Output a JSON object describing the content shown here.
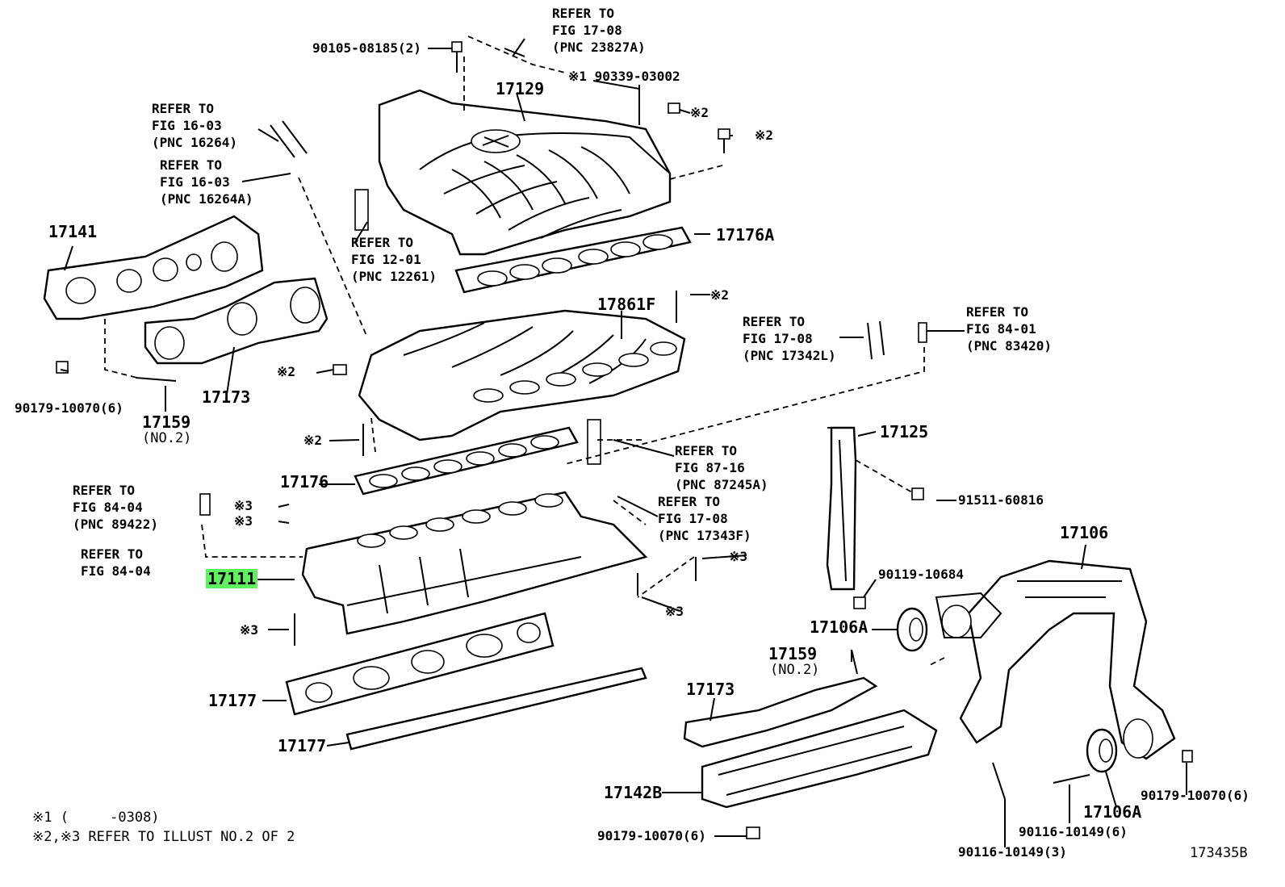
{
  "diagram": {
    "figure_id": "173435B",
    "highlight_color": "#5ef05e",
    "footnotes": [
      "※1 (     -0308)",
      "※2,※3 REFER TO ILLUST NO.2 OF 2"
    ],
    "refs": {
      "r1708a": "REFER TO\nFIG 17-08\n(PNC 23827A)",
      "r1603a": "REFER TO\nFIG 16-03\n(PNC 16264)",
      "r1603b": "REFER TO\nFIG 16-03\n(PNC 16264A)",
      "r1201": "REFER TO\nFIG 12-01\n(PNC 12261)",
      "r1708b": "REFER TO\nFIG 17-08\n(PNC 17342L)",
      "r8401": "REFER TO\nFIG 84-01\n(PNC 83420)",
      "r8404a": "REFER TO\nFIG 84-04\n(PNC 89422)",
      "r8404b": "REFER TO\nFIG 84-04",
      "r8716": "REFER TO\nFIG 87-16\n(PNC 87245A)",
      "r1708c": "REFER TO\nFIG 17-08\n(PNC 17343F)"
    },
    "labels": {
      "p9010508185": "90105-08185(2)",
      "p17129": "17129",
      "p9033903002": "※1 90339-03002",
      "m2a": "※2",
      "m2b": "※2",
      "p17141": "17141",
      "p17176A": "17176A",
      "p17861F": "17861F",
      "m2c": "※2",
      "m2d": "※2",
      "p9017910070a": "90179-10070(6)",
      "p17159a": "17159",
      "no2a": "(NO.2)",
      "p17173a": "17173",
      "m2e": "※2",
      "p17125": "17125",
      "p17176": "17176",
      "m3a": "※3",
      "m3b": "※3",
      "p9151160816": "91511-60816",
      "p17111": "17111",
      "p17106": "17106",
      "m3c": "※3",
      "p9011910684": "90119-10684",
      "m3d": "※3",
      "m3e": "※3",
      "p17106A_a": "17106A",
      "p17159b": "17159",
      "no2b": "(NO.2)",
      "p17177a": "17177",
      "p17173b": "17173",
      "p17177b": "17177",
      "p17142B": "17142B",
      "p9017910070b": "90179-10070(6)",
      "p17106A_b": "17106A",
      "p9017910070c": "90179-10070(6)",
      "p9011610149a": "90116-10149(6)",
      "p9011610149b": "90116-10149(3)"
    }
  }
}
